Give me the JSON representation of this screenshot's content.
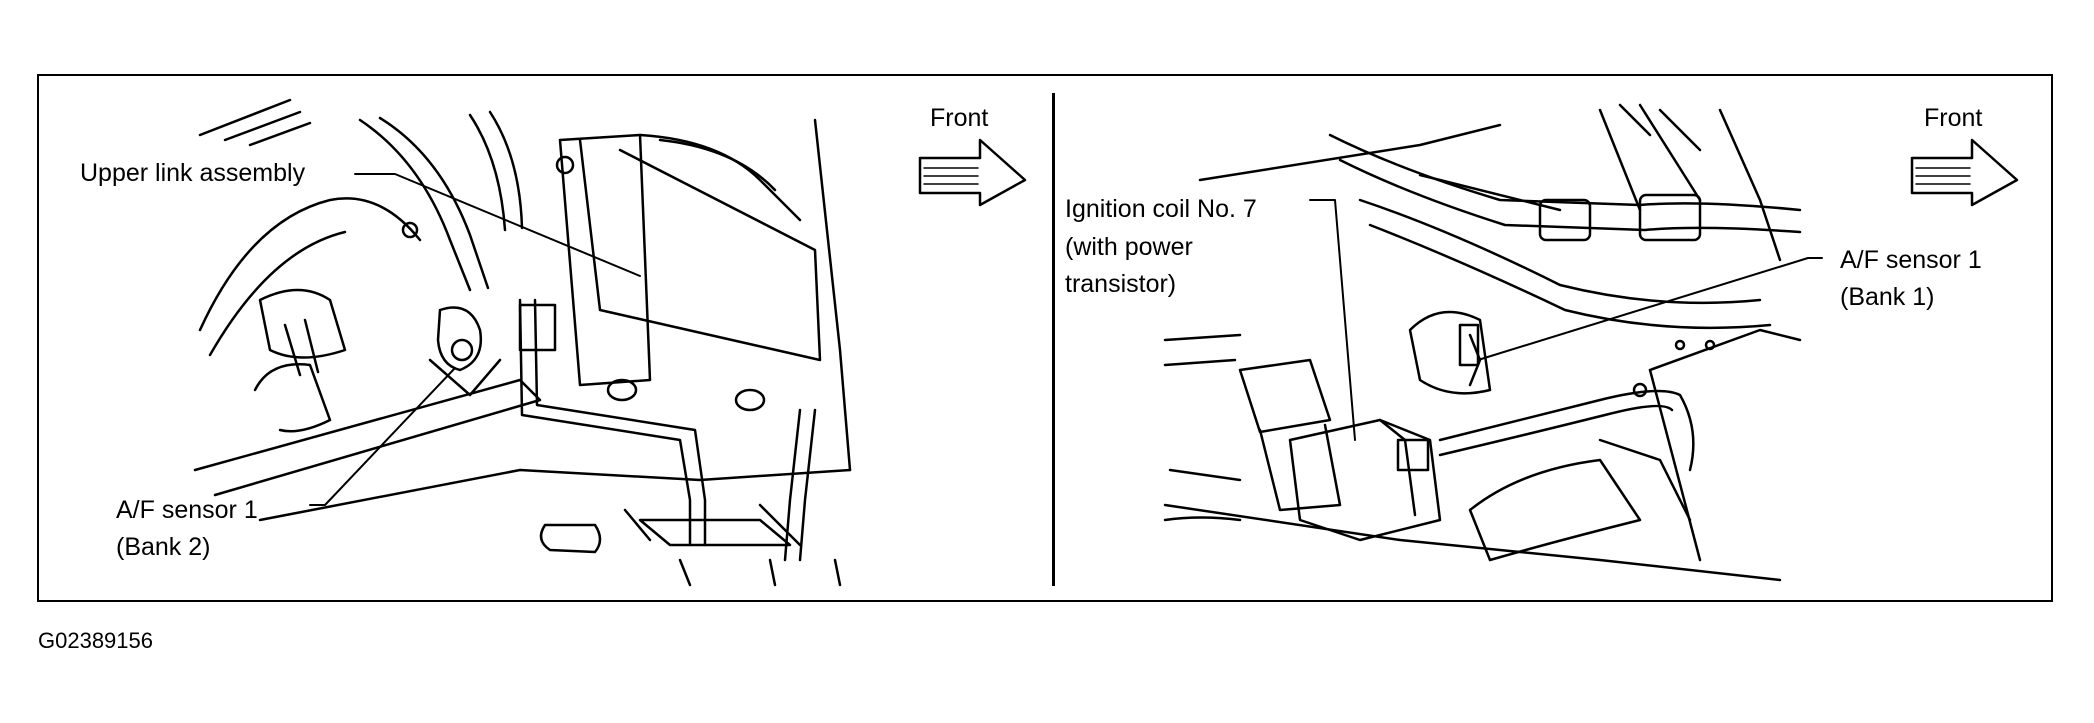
{
  "left_panel": {
    "upper_link_label": "Upper link assembly",
    "front_label": "Front",
    "sensor_label": "A/F sensor 1",
    "sensor_bank": "(Bank 2)"
  },
  "right_panel": {
    "coil_line1": "Ignition coil No. 7",
    "coil_line2": "(with power",
    "coil_line3": "transistor)",
    "front_label": "Front",
    "sensor_label": "A/F sensor 1",
    "sensor_bank": "(Bank 1)"
  },
  "figure_id": "G02389156"
}
